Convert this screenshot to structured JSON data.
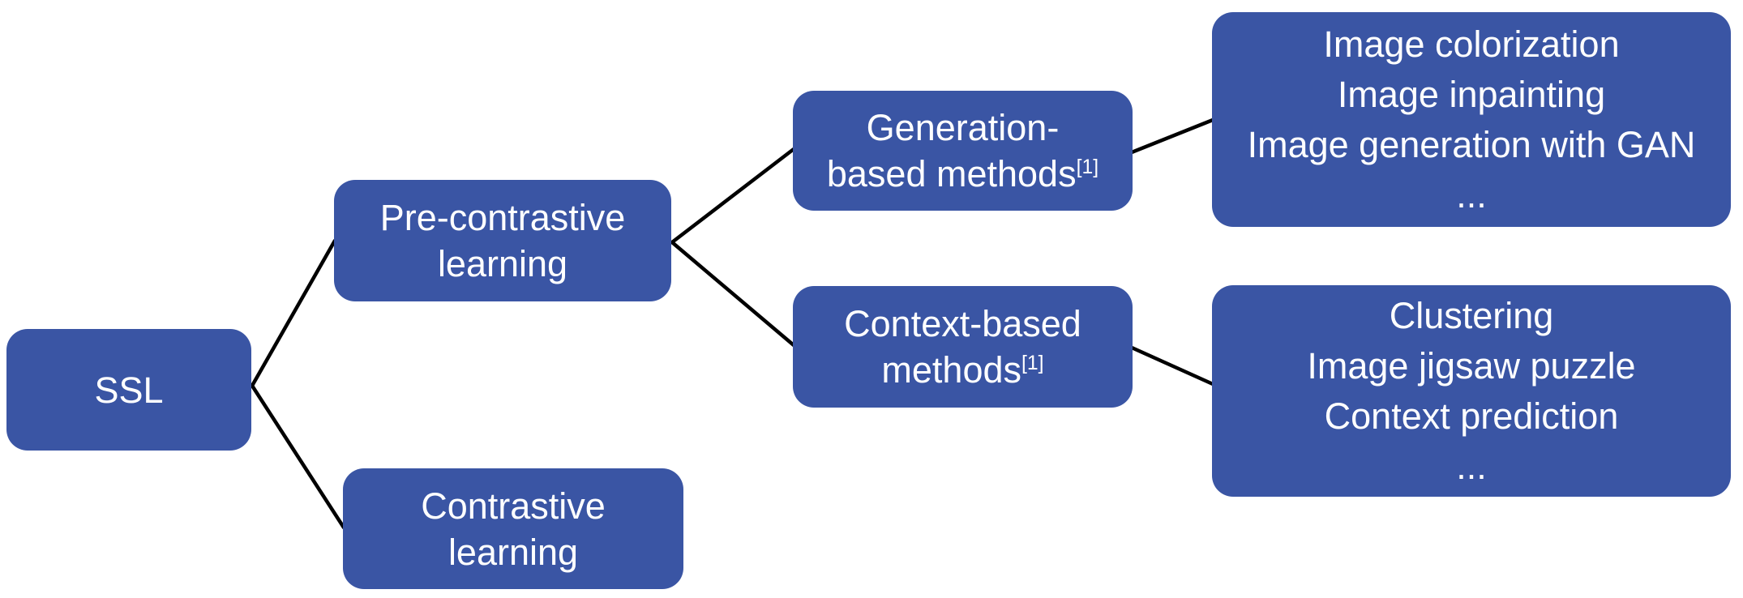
{
  "theme": {
    "background": "#ffffff",
    "node_fill": "#3A55A4",
    "node_text_color": "#ffffff",
    "connector_color": "#000000"
  },
  "diagram": {
    "nodes": {
      "ssl": {
        "label": "SSL"
      },
      "pre_contrastive": {
        "line1": "Pre-contrastive",
        "line2": "learning"
      },
      "contrastive": {
        "line1": "Contrastive",
        "line2": "learning"
      },
      "generation_based": {
        "line1": "Generation-",
        "line2": "based methods",
        "citation": "[1]"
      },
      "context_based": {
        "line1": "Context-based",
        "line2": "methods",
        "citation": "[1]"
      },
      "generation_examples": {
        "line1": "Image colorization",
        "line2": "Image inpainting",
        "line3": "Image generation with GAN",
        "line4": "..."
      },
      "context_examples": {
        "line1": "Clustering",
        "line2": "Image jigsaw puzzle",
        "line3": "Context prediction",
        "line4": "..."
      }
    }
  }
}
